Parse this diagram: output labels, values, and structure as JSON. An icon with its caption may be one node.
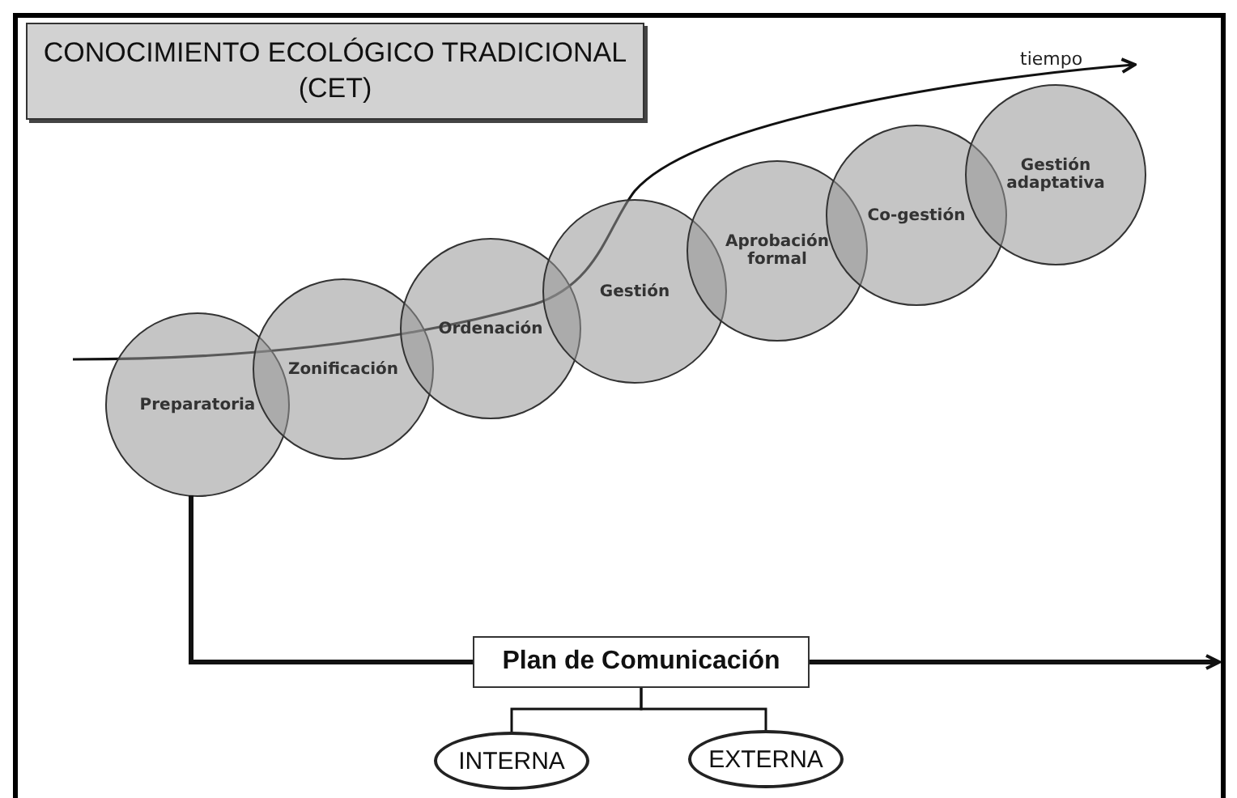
{
  "diagram": {
    "title": "CONOCIMIENTO ECOLÓGICO TRADICIONAL (CET)",
    "nodes": [
      {
        "text": [
          "Preparatoria"
        ]
      },
      {
        "text": [
          "Zonificación"
        ]
      },
      {
        "text": [
          "Ordenación"
        ]
      },
      {
        "text": [
          "Gestión"
        ]
      },
      {
        "text": [
          "Aprobación formal"
        ]
      },
      {
        "text": [
          "Co-gestión"
        ]
      },
      {
        "text": [
          "Gestión adaptativa"
        ]
      },
      {
        "text": [
          "Plan de Comunicación"
        ]
      },
      {
        "text": [
          "INTERNA"
        ]
      },
      {
        "text": [
          "EXTERNA"
        ]
      }
    ],
    "edges": [
      {
        "from": 0,
        "to": 7,
        "arrow": "none",
        "style": "thick"
      },
      {
        "from": 7,
        "to": null,
        "arrow": "to",
        "style": "thick"
      },
      {
        "from": 7,
        "to": 8,
        "arrow": "none"
      },
      {
        "from": 7,
        "to": 9,
        "arrow": "none"
      }
    ],
    "labels": [
      "tiempo"
    ]
  }
}
